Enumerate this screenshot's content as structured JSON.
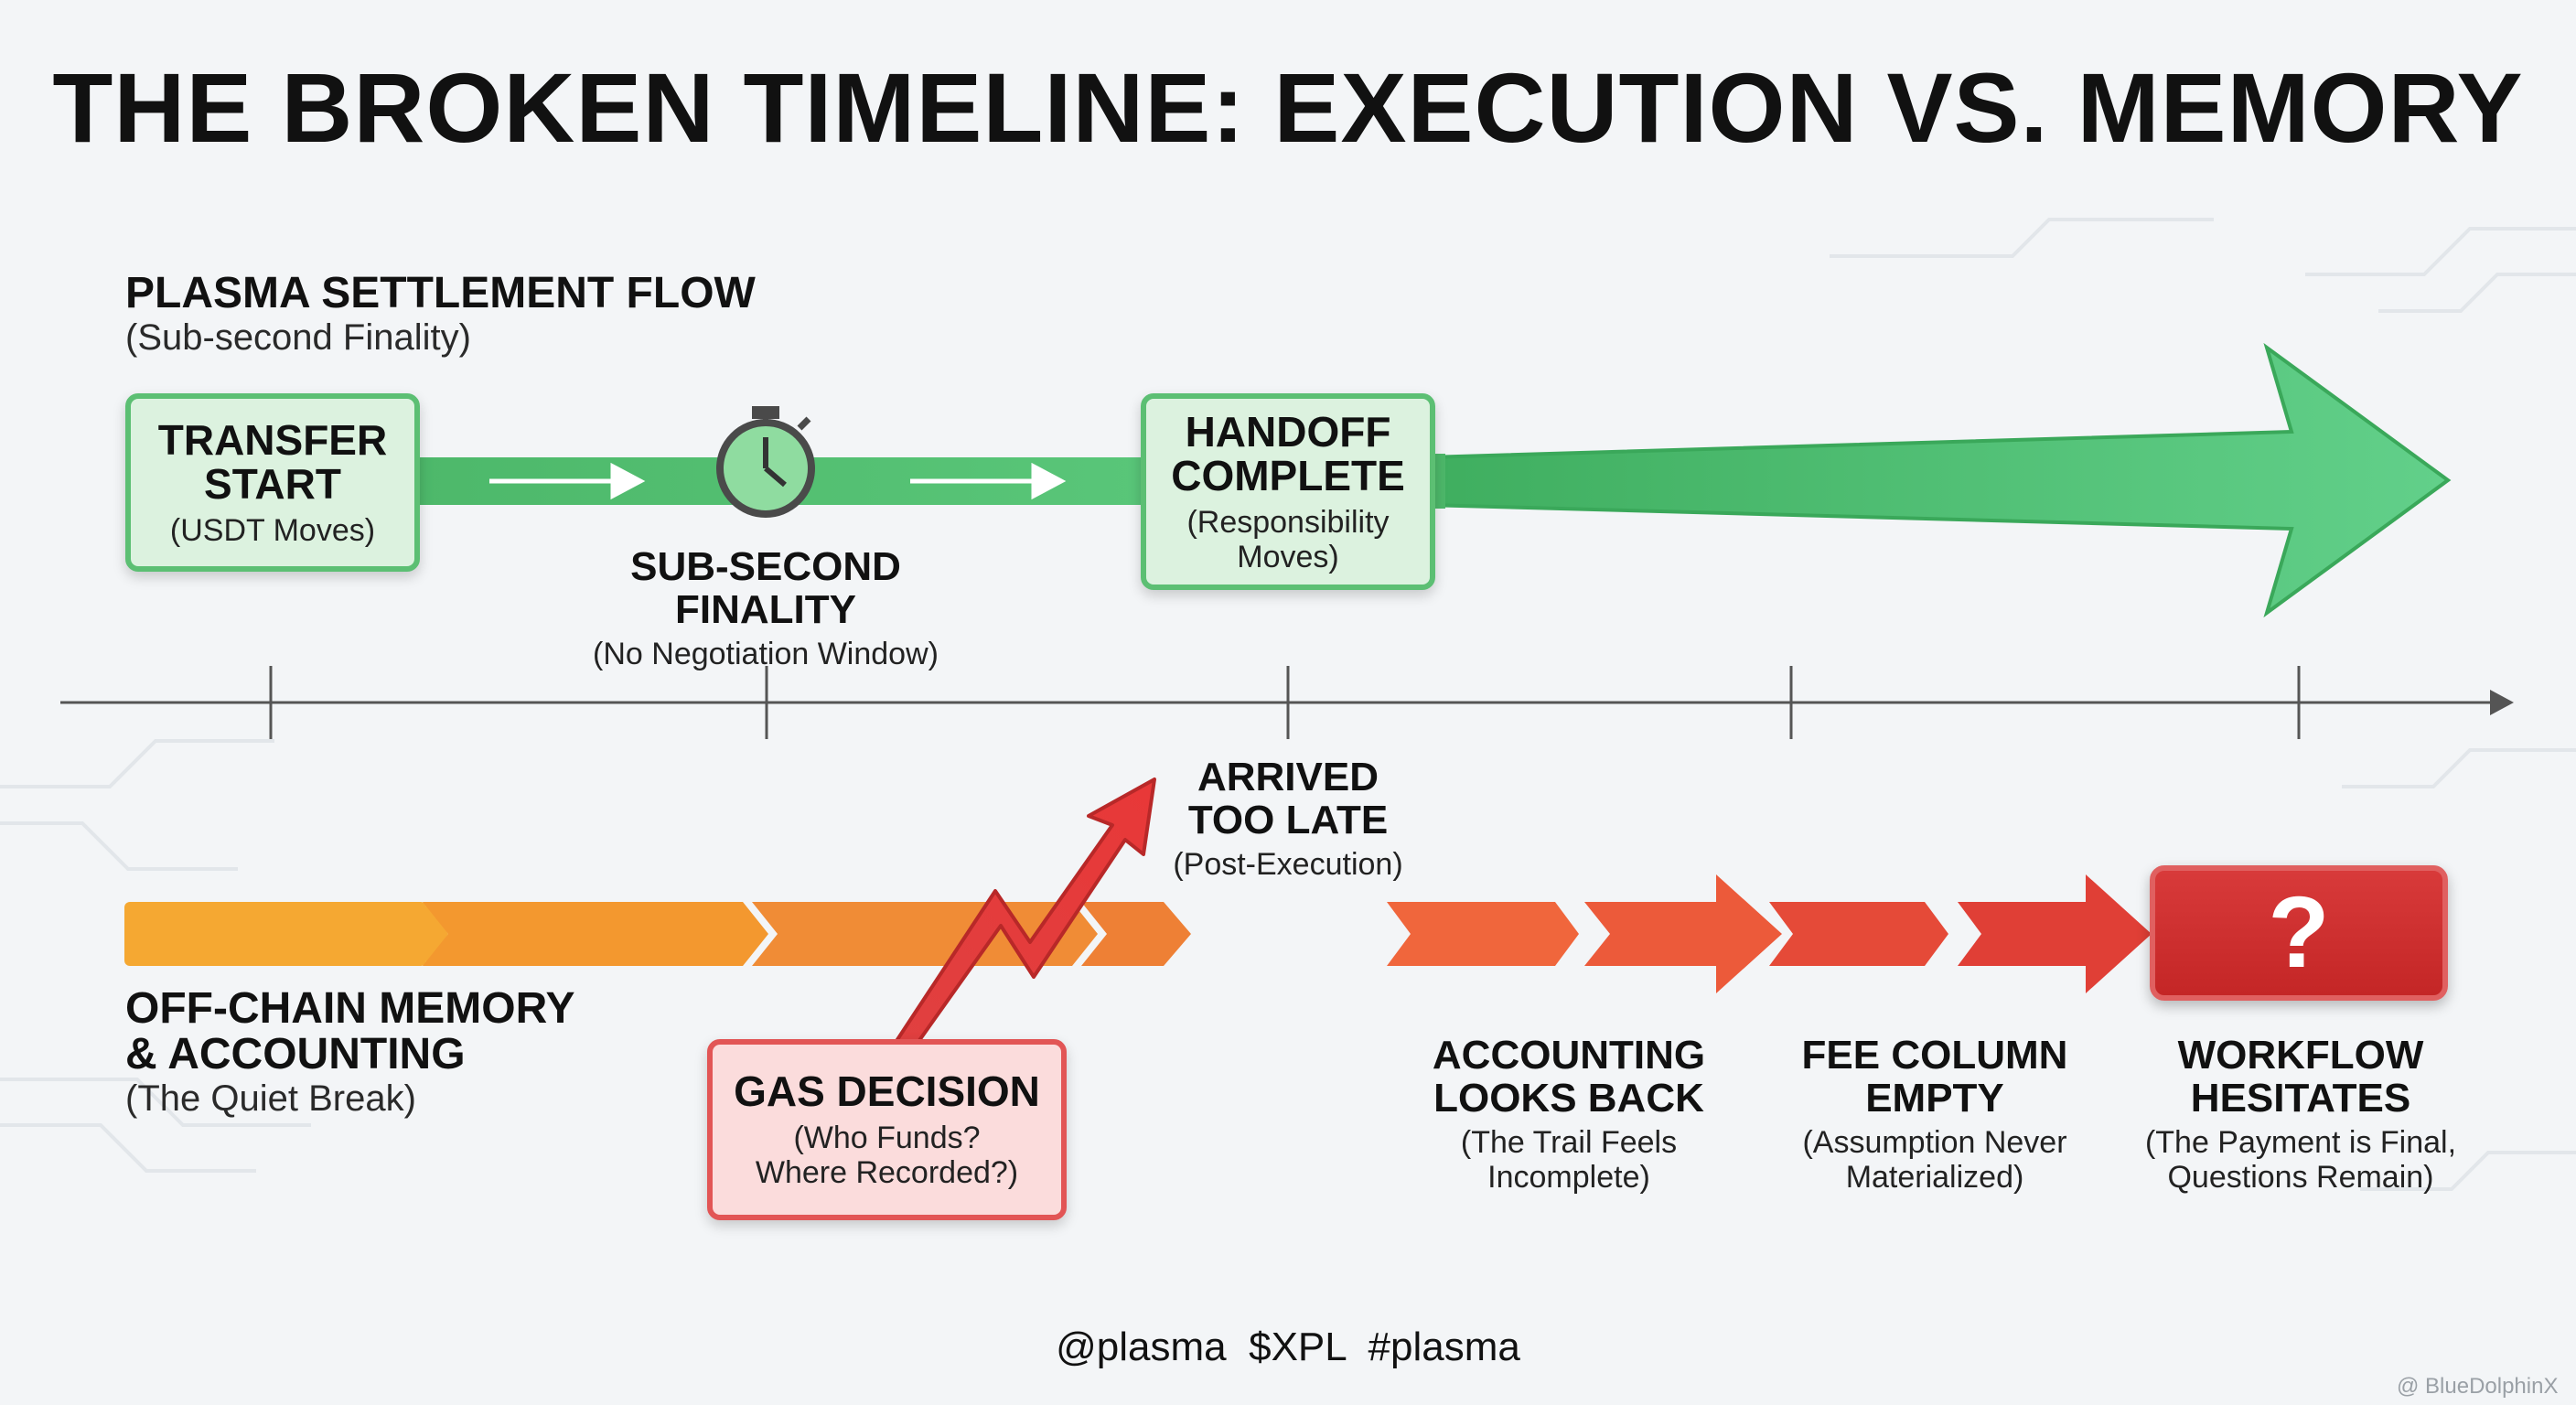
{
  "title": "THE BROKEN TIMELINE: EXECUTION VS. MEMORY",
  "top_section": {
    "title": "PLASMA SETTLEMENT FLOW",
    "subtitle": "(Sub-second Finality)",
    "transfer_start": {
      "title": "TRANSFER\nSTART",
      "subtitle": "(USDT Moves)"
    },
    "sub_second": {
      "title": "SUB-SECOND\nFINALITY",
      "subtitle": "(No Negotiation Window)"
    },
    "handoff": {
      "title": "HANDOFF\nCOMPLETE",
      "subtitle": "(Responsibility\nMoves)"
    }
  },
  "bottom_section": {
    "title": "OFF-CHAIN MEMORY\n& ACCOUNTING",
    "subtitle": "(The Quiet Break)",
    "arrived": {
      "title": "ARRIVED\nTOO LATE",
      "subtitle": "(Post-Execution)"
    },
    "gas_decision": {
      "title": "GAS DECISION",
      "subtitle": "(Who Funds?\nWhere Recorded?)"
    },
    "accounting": {
      "title": "ACCOUNTING\nLOOKS BACK",
      "subtitle": "(The Trail Feels\nIncomplete)"
    },
    "fee_column": {
      "title": "FEE COLUMN\nEMPTY",
      "subtitle": "(Assumption Never\nMaterialized)"
    },
    "workflow": {
      "title": "WORKFLOW\nHESITATES",
      "subtitle": "(The Payment is Final,\nQuestions Remain)"
    },
    "question_mark": "?"
  },
  "footer": "@plasma  $XPL  #plasma",
  "watermark": "@ BlueDolphinX",
  "colors": {
    "green": "#5cbf73",
    "green_light": "#dcf2df",
    "orange": "#f2a33a",
    "red": "#d83a3a",
    "axis": "#555555"
  },
  "icons": [
    "stopwatch-icon",
    "arrow-right-icon",
    "zigzag-arrow-icon"
  ]
}
